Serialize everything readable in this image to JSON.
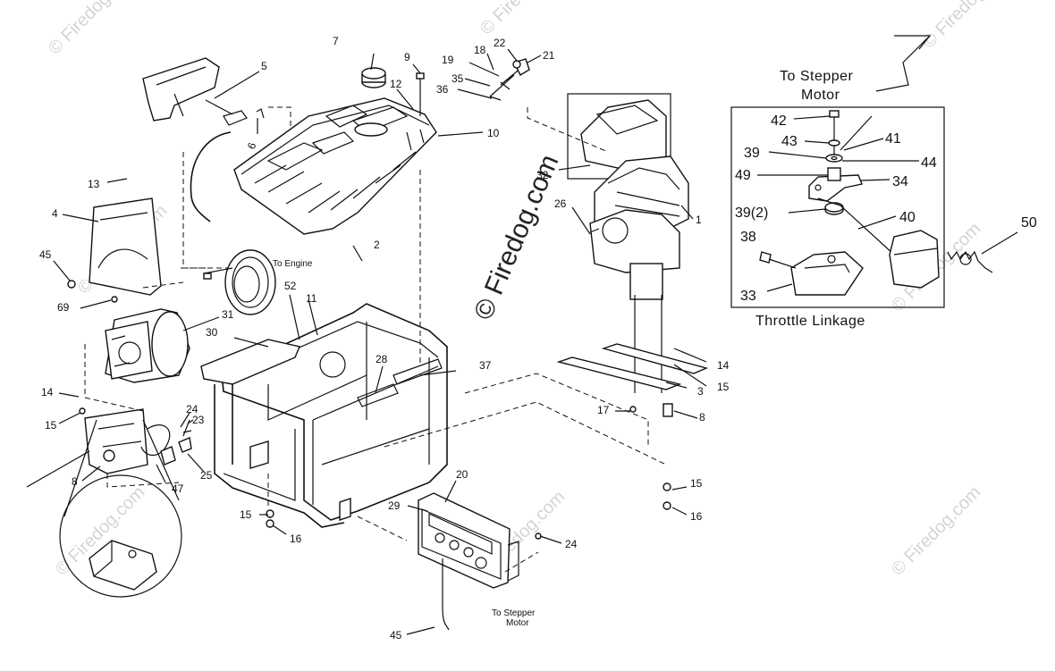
{
  "watermark": {
    "main": "© Firedog.com",
    "faint": "© Firedog.com"
  },
  "labels": {
    "to_stepper_motor_top": [
      "To Stepper",
      "Motor"
    ],
    "throttle_linkage": "Throttle Linkage",
    "to_engine": "To Engine",
    "to_stepper_motor_bottom": [
      "To Stepper",
      "Motor"
    ]
  },
  "callouts": {
    "c1": "1",
    "c2": "2",
    "c3": "3",
    "c4": "4",
    "c5": "5",
    "c6": "6",
    "c7": "7",
    "c8a": "8",
    "c8b": "8",
    "c9": "9",
    "c10": "10",
    "c11": "11",
    "c12": "12",
    "c13": "13",
    "c14a": "14",
    "c14b": "14",
    "c15a": "15",
    "c15b": "15",
    "c15c": "15",
    "c15d": "15",
    "c16a": "16",
    "c16b": "16",
    "c17": "17",
    "c18": "18",
    "c19": "19",
    "c20": "20",
    "c21": "21",
    "c22": "22",
    "c23": "23",
    "c24a": "24",
    "c24b": "24",
    "c25": "25",
    "c26": "26",
    "c28": "28",
    "c29": "29",
    "c30": "30",
    "c31": "31",
    "c32": "32",
    "c33": "33",
    "c34": "34",
    "c35": "35",
    "c36": "36",
    "c37": "37",
    "c38": "38",
    "c39a": "39",
    "c39b": "39(2)",
    "c40": "40",
    "c41": "41",
    "c42": "42",
    "c43": "43",
    "c44": "44",
    "c45a": "45",
    "c45b": "45",
    "c47": "47",
    "c49": "49",
    "c50": "50",
    "c52": "52",
    "c69": "69"
  }
}
